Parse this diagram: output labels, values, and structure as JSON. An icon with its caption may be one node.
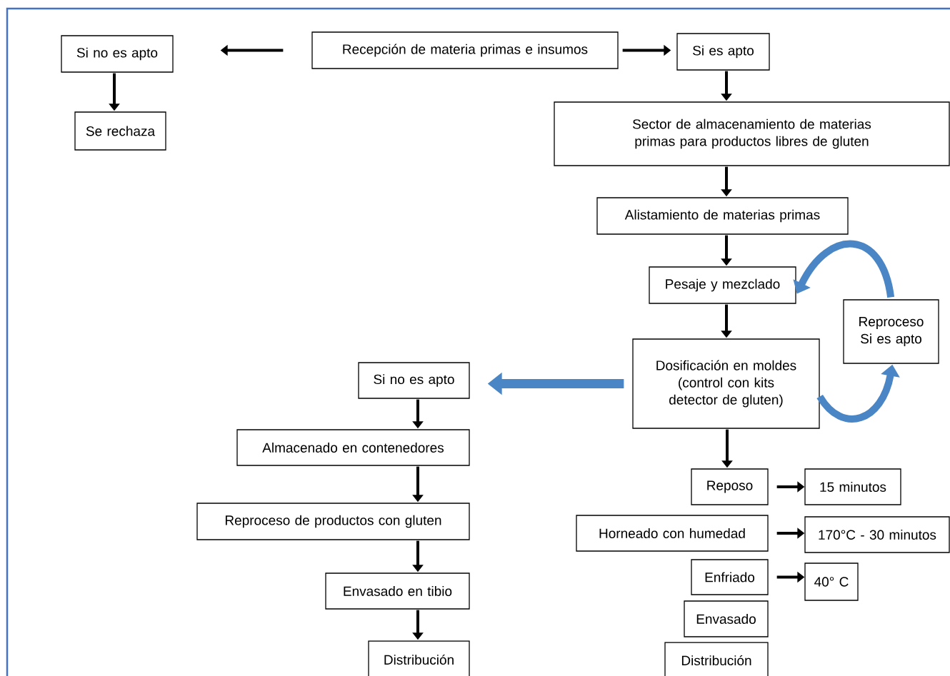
{
  "diagram": {
    "nodes": [
      {
        "text": [
          "Recepción de materia primas e insumos"
        ]
      },
      {
        "text": [
          "Si no es apto"
        ]
      },
      {
        "text": [
          "Se rechaza"
        ]
      },
      {
        "text": [
          "Si es apto"
        ]
      },
      {
        "text": [
          "Sector de almacenamiento de materias primas para productos libres de gluten"
        ]
      },
      {
        "text": [
          "Alistamiento de materias primas"
        ]
      },
      {
        "text": [
          "Pesaje y mezclado"
        ]
      },
      {
        "text": [
          "Reproceso Si es apto"
        ]
      },
      {
        "text": [
          "Dosificación en moldes (control con kits detector de gluten)"
        ]
      },
      {
        "text": [
          "Si no es apto"
        ]
      },
      {
        "text": [
          "Almacenado en contenedores"
        ]
      },
      {
        "text": [
          "Reproceso de productos con gluten"
        ]
      },
      {
        "text": [
          "Envasado en tibio"
        ]
      },
      {
        "text": [
          "Distribución"
        ]
      },
      {
        "text": [
          "Reposo"
        ]
      },
      {
        "text": [
          "15 minutos"
        ]
      },
      {
        "text": [
          "Horneado con humedad"
        ]
      },
      {
        "text": [
          "170°C - 30 minutos"
        ]
      },
      {
        "text": [
          "Enfriado"
        ]
      },
      {
        "text": [
          "40° C"
        ]
      },
      {
        "text": [
          "Envasado"
        ]
      },
      {
        "text": [
          "Distribución"
        ]
      }
    ],
    "edges": [
      {
        "from": 0,
        "to": 1,
        "arrow": "to"
      },
      {
        "from": 0,
        "to": 3,
        "arrow": "to"
      },
      {
        "from": 1,
        "to": 2,
        "arrow": "to"
      },
      {
        "from": 3,
        "to": 4,
        "arrow": "to"
      },
      {
        "from": 4,
        "to": 5,
        "arrow": "to"
      },
      {
        "from": 5,
        "to": 6,
        "arrow": "to"
      },
      {
        "from": 6,
        "to": 8,
        "arrow": "to"
      },
      {
        "from": 7,
        "to": 6,
        "arrow": "to",
        "style": "thick",
        "color": "#4a86c5"
      },
      {
        "from": 8,
        "to": 7,
        "arrow": "to",
        "style": "thick",
        "color": "#4a86c5"
      },
      {
        "from": 8,
        "to": 9,
        "arrow": "to",
        "style": "thick",
        "color": "#4a86c5"
      },
      {
        "from": 9,
        "to": 10,
        "arrow": "to"
      },
      {
        "from": 10,
        "to": 11,
        "arrow": "to"
      },
      {
        "from": 11,
        "to": 12,
        "arrow": "to"
      },
      {
        "from": 12,
        "to": 13,
        "arrow": "to"
      },
      {
        "from": 8,
        "to": 14,
        "arrow": "to"
      },
      {
        "from": 14,
        "to": 15,
        "arrow": "to"
      },
      {
        "from": 16,
        "to": 17,
        "arrow": "to"
      },
      {
        "from": 18,
        "to": 19,
        "arrow": "to"
      }
    ]
  }
}
